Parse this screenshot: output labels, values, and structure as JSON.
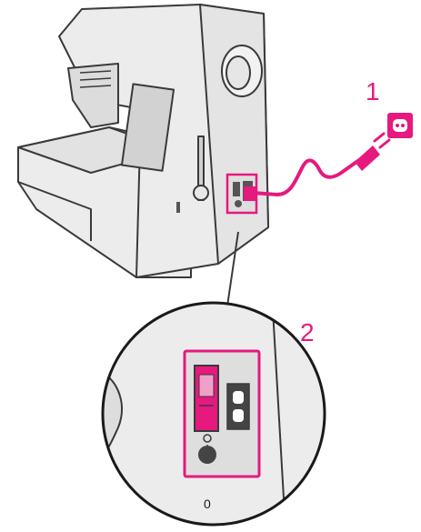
{
  "colors": {
    "accent": "#e6197e",
    "outline": "#3a3a3a",
    "machine_fill": "#ececec",
    "panel_fill": "#dedede",
    "dark_part": "#555555"
  },
  "labels": {
    "step_1": "1",
    "step_2": "2",
    "switch_off": "0"
  },
  "icons": [
    "sewing-machine-icon",
    "power-plug-icon",
    "wall-socket-icon",
    "magnifier-circle",
    "power-switch-icon"
  ]
}
